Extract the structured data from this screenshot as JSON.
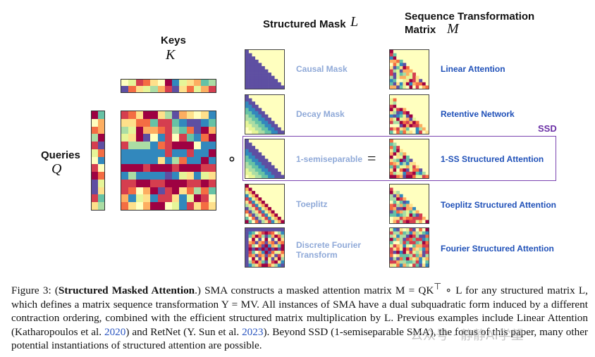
{
  "headers": {
    "keys_label": "Keys",
    "keys_symbol": "K",
    "queries_label": "Queries",
    "queries_symbol": "Q",
    "mask_label": "Structured Mask",
    "mask_symbol": "L",
    "seq_label_line1": "Sequence Transformation",
    "seq_label_line2": "Matrix",
    "seq_symbol": "M"
  },
  "operators": {
    "hadamard": "∘",
    "equals": "="
  },
  "rows": [
    {
      "mask": "Causal Mask",
      "sequence": "Linear Attention"
    },
    {
      "mask": "Decay Mask",
      "sequence": "Retentive Network"
    },
    {
      "mask": "1-semiseparable",
      "sequence": "1-SS Structured Attention"
    },
    {
      "mask": "Toeplitz",
      "sequence": "Toeplitz Structured Attention"
    },
    {
      "mask_line1": "Discrete Fourier",
      "mask_line2": "Transform",
      "sequence": "Fourier Structured Attention"
    }
  ],
  "ssd_tag": "SSD",
  "caption": {
    "prefix": "Figure 3: (",
    "title": "Structured Masked Attention",
    "part1": ".) SMA constructs a masked attention matrix M = QK",
    "sup": "⊤",
    "part2": " ∘ L for any structured matrix L, which defines a matrix sequence transformation Y = MV. All instances of SMA have a dual subquadratic form induced by a different contraction ordering, combined with the efficient structured matrix multiplication by L. Previous examples include Linear Attention (Katharopoulos et al. ",
    "cite1": "2020",
    "part3": ") and RetNet (Y. Sun et al. ",
    "cite2": "2023",
    "part4": "). Beyond SSD (1-semiseparable SMA), the focus of this paper, many other potential instantiations of structured attention are possible."
  },
  "watermark": "公众号 · 静静AI学望",
  "colors": {
    "ssd_box": "#7b45b0",
    "mask_label": "#8fa9d8",
    "seq_label": "#1f50b8",
    "citation": "#2a55c0"
  }
}
